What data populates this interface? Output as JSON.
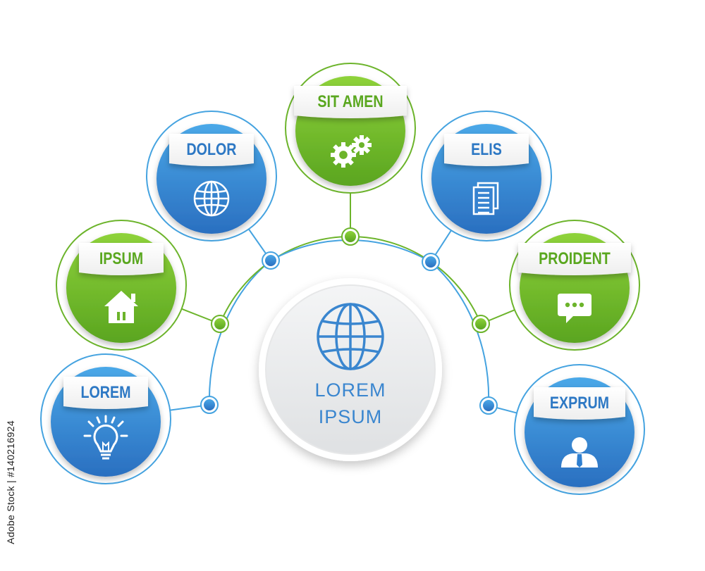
{
  "colors": {
    "blue": "#2f7fd0",
    "blue_light": "#4aa8e8",
    "green": "#6cb42b",
    "green_light": "#8ed23a",
    "label_text_blue": "#2d78c4",
    "label_text_green": "#5aa71f",
    "center_text": "#3a86cf",
    "connector_blue": "#45a3e0",
    "connector_green": "#6cb42b"
  },
  "center": {
    "title_line1": "LOREM",
    "title_line2": "IPSUM",
    "icon": "globe-icon"
  },
  "nodes": [
    {
      "id": "lorem",
      "label": "LOREM",
      "color": "blue",
      "icon": "lightbulb-icon"
    },
    {
      "id": "ipsum",
      "label": "IPSUM",
      "color": "green",
      "icon": "house-icon"
    },
    {
      "id": "dolor",
      "label": "DOLOR",
      "color": "blue",
      "icon": "globe-icon"
    },
    {
      "id": "sit-amen",
      "label": "SIT AMEN",
      "color": "green",
      "icon": "gears-icon"
    },
    {
      "id": "elis",
      "label": "ELIS",
      "color": "blue",
      "icon": "documents-icon"
    },
    {
      "id": "proident",
      "label": "PROIDENT",
      "color": "green",
      "icon": "chat-bubble-icon"
    },
    {
      "id": "exprum",
      "label": "EXPRUM",
      "color": "blue",
      "icon": "user-icon"
    }
  ],
  "watermark": "Adobe Stock | #140216924"
}
